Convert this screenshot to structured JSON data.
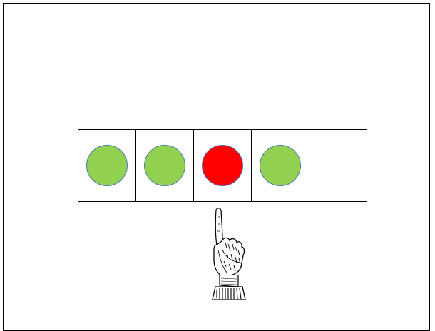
{
  "cells": [
    {
      "state": "green",
      "color": "#92d050"
    },
    {
      "state": "green",
      "color": "#92d050"
    },
    {
      "state": "red",
      "color": "#ff0000"
    },
    {
      "state": "green",
      "color": "#92d050"
    },
    {
      "state": "empty",
      "color": null
    }
  ],
  "pointer": {
    "icon": "pointing-hand-icon",
    "target_cell_index": 2
  },
  "colors": {
    "disc_outline": "#4a7ab5",
    "frame": "#000000",
    "background": "#ffffff"
  }
}
